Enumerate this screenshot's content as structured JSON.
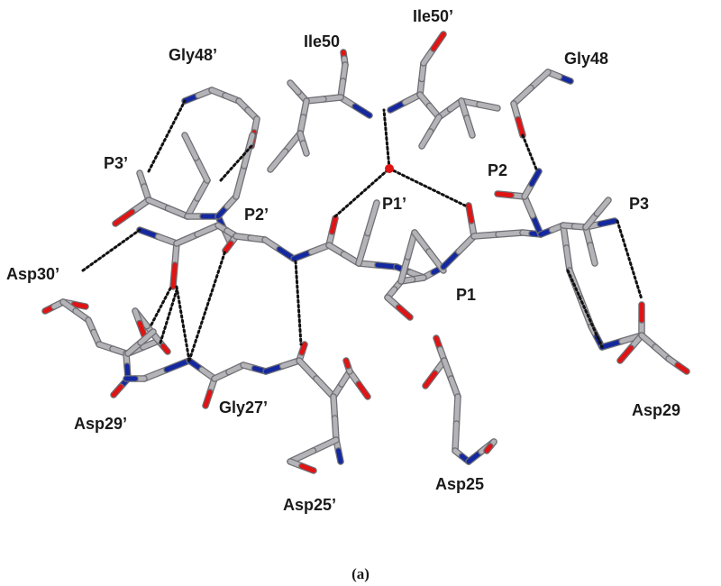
{
  "colors": {
    "carbon": "#b4b4b8",
    "carbon_edge": "#6e6e74",
    "oxygen": "#e01414",
    "nitrogen": "#1428a0",
    "hbond": "#111111",
    "water": "#e01414"
  },
  "labels": {
    "gly48p": "Gly48’",
    "ile50": "Ile50",
    "ile50p": "Ile50’",
    "gly48": "Gly48",
    "p3p": "P3’",
    "p2p": "P2’",
    "p1p": "P1’",
    "p2": "P2",
    "p3": "P3",
    "asp30p": "Asp30’",
    "p1": "P1",
    "asp29p": "Asp29’",
    "gly27p": "Gly27’",
    "asp29": "Asp29",
    "asp25": "Asp25",
    "asp25p": "Asp25’"
  },
  "caption": "(a)"
}
